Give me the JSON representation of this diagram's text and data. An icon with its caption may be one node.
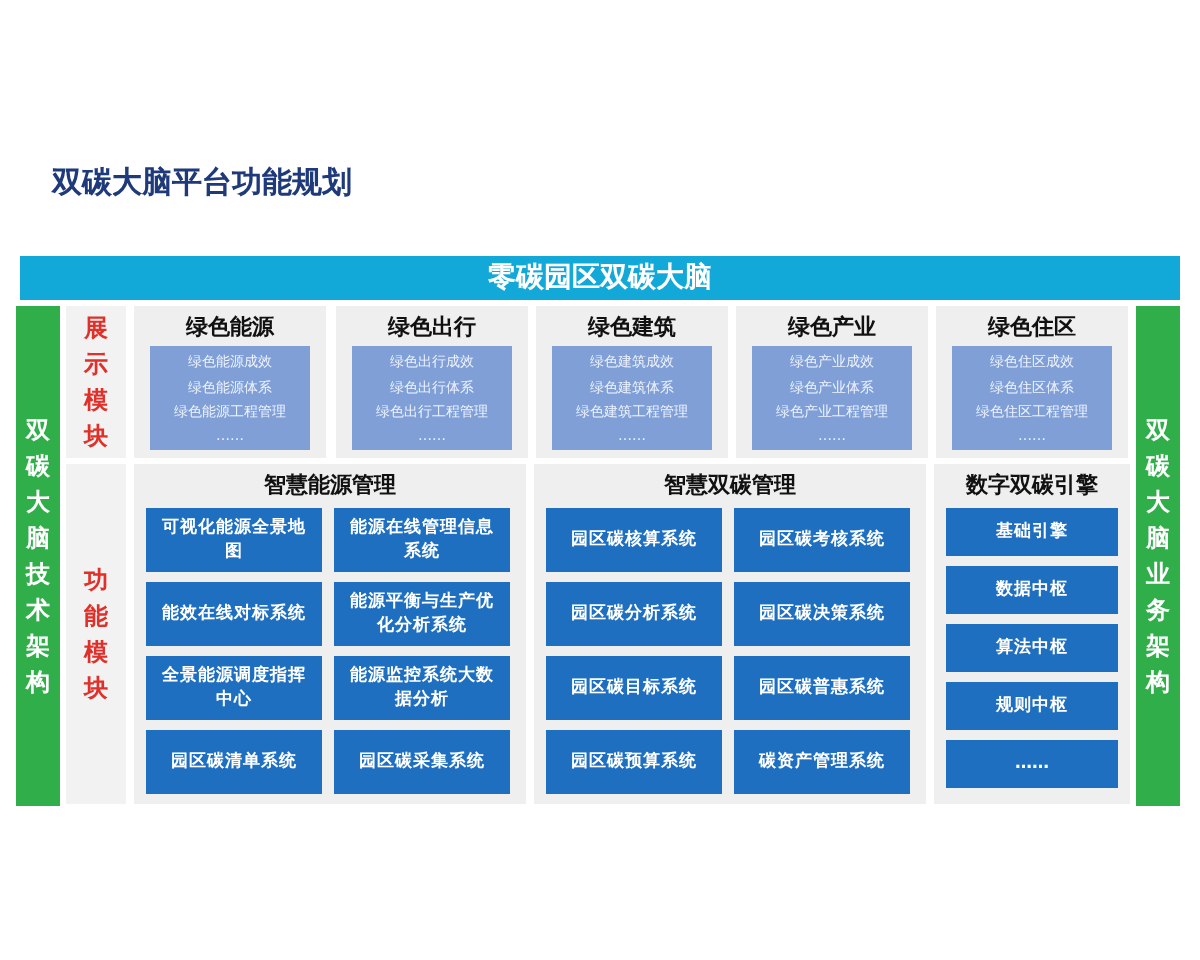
{
  "diagram": {
    "title": "双碳大脑平台功能规划",
    "nodes": [
      {
        "text": [
          "零碳园区双碳大脑"
        ]
      },
      {
        "text": [
          "双碳大脑技术架构"
        ]
      },
      {
        "text": [
          "双碳大脑业务架构"
        ]
      },
      {
        "text": [
          "展示模块"
        ]
      },
      {
        "text": [
          "功能模块"
        ]
      },
      {
        "text": [
          "绿色能源"
        ]
      },
      {
        "text": [
          "绿色能源成效",
          "绿色能源体系",
          "绿色能源工程管理",
          "……"
        ],
        "in": 5
      },
      {
        "text": [
          "绿色出行"
        ]
      },
      {
        "text": [
          "绿色出行成效",
          "绿色出行体系",
          "绿色出行工程管理",
          "……"
        ],
        "in": 7
      },
      {
        "text": [
          "绿色建筑"
        ]
      },
      {
        "text": [
          "绿色建筑成效",
          "绿色建筑体系",
          "绿色建筑工程管理",
          "……"
        ],
        "in": 9
      },
      {
        "text": [
          "绿色产业"
        ]
      },
      {
        "text": [
          "绿色产业成效",
          "绿色产业体系",
          "绿色产业工程管理",
          "……"
        ],
        "in": 11
      },
      {
        "text": [
          "绿色住区"
        ]
      },
      {
        "text": [
          "绿色住区成效",
          "绿色住区体系",
          "绿色住区工程管理",
          "……"
        ],
        "in": 13
      },
      {
        "text": [
          "智慧能源管理"
        ]
      },
      {
        "text": [
          "可视化能源全景地图"
        ],
        "in": 15
      },
      {
        "text": [
          "能源在线管理信息系统"
        ],
        "in": 15
      },
      {
        "text": [
          "能效在线对标系统"
        ],
        "in": 15
      },
      {
        "text": [
          "能源平衡与生产优化分析系统"
        ],
        "in": 15
      },
      {
        "text": [
          "全景能源调度指挥中心"
        ],
        "in": 15
      },
      {
        "text": [
          "能源监控系统大数据分析"
        ],
        "in": 15
      },
      {
        "text": [
          "园区碳清单系统"
        ],
        "in": 15
      },
      {
        "text": [
          "园区碳采集系统"
        ],
        "in": 15
      },
      {
        "text": [
          "智慧双碳管理"
        ]
      },
      {
        "text": [
          "园区碳核算系统"
        ],
        "in": 24
      },
      {
        "text": [
          "园区碳考核系统"
        ],
        "in": 24
      },
      {
        "text": [
          "园区碳分析系统"
        ],
        "in": 24
      },
      {
        "text": [
          "园区碳决策系统"
        ],
        "in": 24
      },
      {
        "text": [
          "园区碳目标系统"
        ],
        "in": 24
      },
      {
        "text": [
          "园区碳普惠系统"
        ],
        "in": 24
      },
      {
        "text": [
          "园区碳预算系统"
        ],
        "in": 24
      },
      {
        "text": [
          "碳资产管理系统"
        ],
        "in": 24
      },
      {
        "text": [
          "数字双碳引擎"
        ]
      },
      {
        "text": [
          "基础引擎"
        ],
        "in": 33
      },
      {
        "text": [
          "数据中枢"
        ],
        "in": 33
      },
      {
        "text": [
          "算法中枢"
        ],
        "in": 33
      },
      {
        "text": [
          "规则中枢"
        ],
        "in": 33
      },
      {
        "text": [
          "……"
        ],
        "in": 33
      }
    ],
    "edges": []
  }
}
